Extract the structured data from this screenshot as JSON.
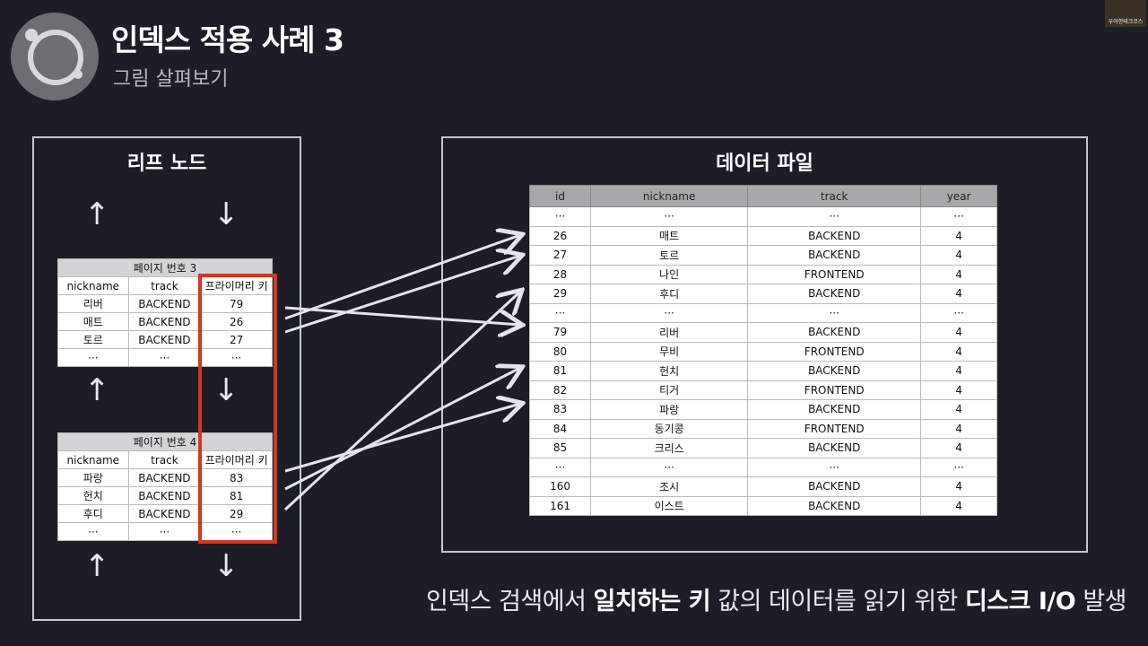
{
  "slide": {
    "title": "인덱스 적용 사례 3",
    "subtitle": "그림 살펴보기"
  },
  "camera": {
    "label": "우아한테크코스"
  },
  "left_panel": {
    "title": "리프 노드",
    "pages": [
      {
        "caption": "페이지 번호 3",
        "headers": [
          "nickname",
          "track",
          "프라이머리 키"
        ],
        "rows": [
          [
            "리버",
            "BACKEND",
            "79"
          ],
          [
            "매트",
            "BACKEND",
            "26"
          ],
          [
            "토르",
            "BACKEND",
            "27"
          ],
          [
            "···",
            "···",
            "···"
          ]
        ]
      },
      {
        "caption": "페이지 번호 4",
        "headers": [
          "nickname",
          "track",
          "프라이머리 키"
        ],
        "rows": [
          [
            "파랑",
            "BACKEND",
            "83"
          ],
          [
            "헌치",
            "BACKEND",
            "81"
          ],
          [
            "후디",
            "BACKEND",
            "29"
          ],
          [
            "···",
            "···",
            "···"
          ]
        ]
      }
    ]
  },
  "right_panel": {
    "title": "데이터 파일",
    "headers": [
      "id",
      "nickname",
      "track",
      "year"
    ],
    "rows": [
      [
        "···",
        "···",
        "···",
        "···"
      ],
      [
        "26",
        "매트",
        "BACKEND",
        "4"
      ],
      [
        "27",
        "토르",
        "BACKEND",
        "4"
      ],
      [
        "28",
        "나인",
        "FRONTEND",
        "4"
      ],
      [
        "29",
        "후디",
        "BACKEND",
        "4"
      ],
      [
        "···",
        "···",
        "···",
        "···"
      ],
      [
        "79",
        "리버",
        "BACKEND",
        "4"
      ],
      [
        "80",
        "무비",
        "FRONTEND",
        "4"
      ],
      [
        "81",
        "헌치",
        "BACKEND",
        "4"
      ],
      [
        "82",
        "티거",
        "FRONTEND",
        "4"
      ],
      [
        "83",
        "파랑",
        "BACKEND",
        "4"
      ],
      [
        "84",
        "동기콩",
        "FRONTEND",
        "4"
      ],
      [
        "85",
        "크리스",
        "BACKEND",
        "4"
      ],
      [
        "···",
        "···",
        "···",
        "···"
      ],
      [
        "160",
        "조시",
        "BACKEND",
        "4"
      ],
      [
        "161",
        "이스트",
        "BACKEND",
        "4"
      ]
    ]
  },
  "footer": {
    "part1": "인덱스 검색에서 ",
    "bold1": "일치하는 키",
    "part2": " 값의 데이터를 읽기 위한 ",
    "bold2": "디스크 I/O",
    "part3": " 발생"
  },
  "colors": {
    "background": "#1c1d26",
    "highlight": "#d4361f"
  }
}
